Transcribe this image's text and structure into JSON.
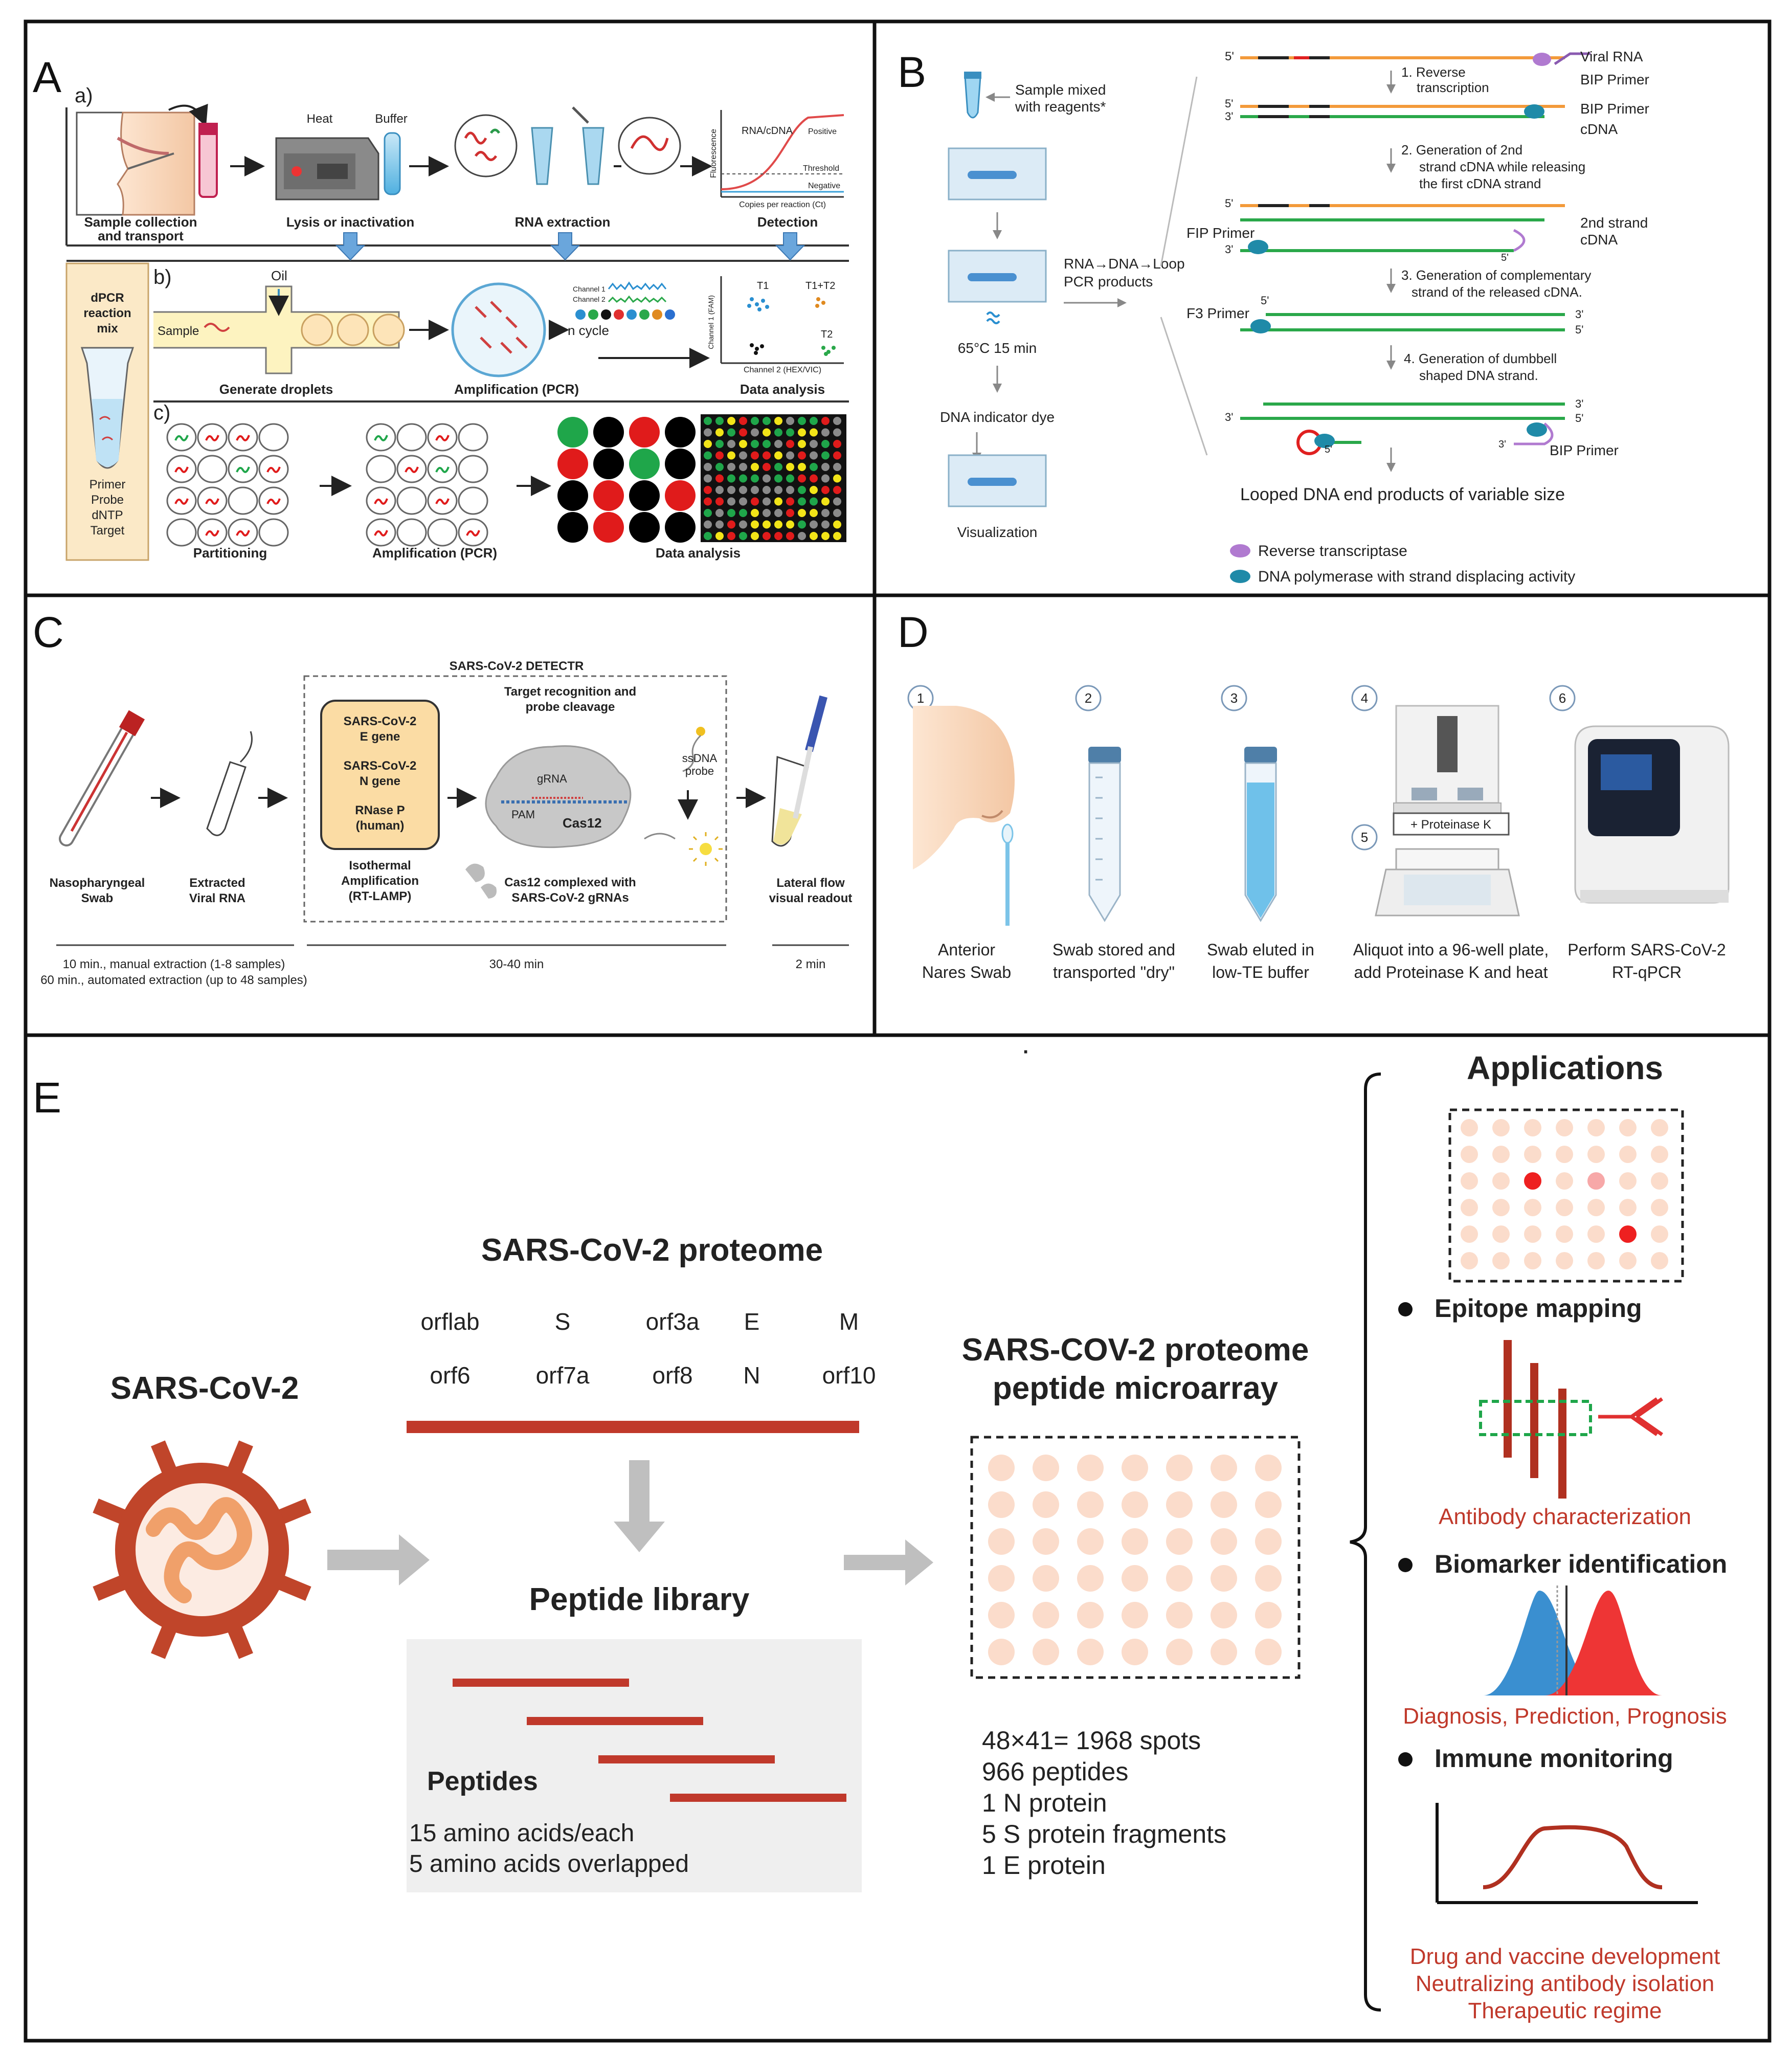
{
  "panels": {
    "A": {
      "letter": "A",
      "sub_a": "a)",
      "sub_b": "b)",
      "sub_c": "c)",
      "heat": "Heat",
      "buffer": "Buffer",
      "sample_collection": "Sample collection",
      "and_transport": "and transport",
      "lysis": "Lysis or inactivation",
      "rna_extraction": "RNA extraction",
      "detection": "Detection",
      "curve_rna": "RNA/cDNA",
      "curve_positive": "Positive",
      "curve_threshold": "Threshold",
      "curve_negative": "Negative",
      "curve_xlabel": "Copies per reaction (Ct)",
      "curve_ylabel": "Fluorescence",
      "dpcr_1": "dPCR",
      "dpcr_2": "reaction",
      "dpcr_3": "mix",
      "oil": "Oil",
      "sample": "Sample",
      "n_cycle": "n cycle",
      "channel1": "Channel 1",
      "channel2": "Channel 2",
      "t1": "T1",
      "t1t2": "T1+T2",
      "t2": "T2",
      "y_channel": "Channel 1 (FAM)",
      "x_channel": "Channel 2 (HEX/VIC)",
      "generate_droplets": "Generate droplets",
      "amplification_pcr_b": "Amplification (PCR)",
      "data_analysis_b": "Data analysis",
      "mix_primer": "Primer",
      "mix_probe": "Probe",
      "mix_dntp": "dNTP",
      "mix_target": "Target",
      "partitioning": "Partitioning",
      "amplification_pcr_c": "Amplification (PCR)",
      "data_analysis_c": "Data analysis"
    },
    "B": {
      "letter": "B",
      "sample_mixed_1": "Sample mixed",
      "sample_mixed_2": "with reagents*",
      "temp": "65°C 15 min",
      "dna_dye": "DNA indicator dye",
      "visualization": "Visualization",
      "rna_dna_1": "RNA→DNA→Loop",
      "rna_dna_2": "PCR products",
      "step1_1": "1. Reverse",
      "step1_2": "transcription",
      "step2_1": "2. Generation of 2nd",
      "step2_2": "strand cDNA while releasing",
      "step2_3": "the first cDNA strand",
      "step3_1": "3. Generation of complementary",
      "step3_2": "strand of the released cDNA.",
      "step4_1": "4. Generation of dumbbell",
      "step4_2": "shaped DNA strand.",
      "viral_rna": "Viral RNA",
      "bip_primer": "BIP Primer",
      "cdna": "cDNA",
      "second_strand_1": "2nd strand",
      "second_strand_2": "cDNA",
      "fip_primer": "FIP Primer",
      "f3_primer": "F3 Primer",
      "five_prime": "5'",
      "three_prime": "3'",
      "looped": "Looped DNA end products of variable size",
      "legend_rt": "Reverse transcriptase",
      "legend_pol": "DNA polymerase with strand displacing activity"
    },
    "C": {
      "letter": "C",
      "detectr": "SARS-CoV-2 DETECTR",
      "e_gene_1": "SARS-CoV-2",
      "e_gene_2": "E gene",
      "n_gene_1": "SARS-CoV-2",
      "n_gene_2": "N gene",
      "rnasep_1": "RNase P",
      "rnasep_2": "(human)",
      "target_1": "Target recognition and",
      "target_2": "probe cleavage",
      "grna": "gRNA",
      "pam": "PAM",
      "cas12": "Cas12",
      "ssdna_1": "ssDNA",
      "ssdna_2": "probe",
      "naso_1": "Nasopharyngeal",
      "naso_2": "Swab",
      "extracted_1": "Extracted",
      "extracted_2": "Viral RNA",
      "iso_1": "Isothermal",
      "iso_2": "Amplification",
      "iso_3": "(RT-LAMP)",
      "cas_complex_1": "Cas12 complexed with",
      "cas_complex_2": "SARS-CoV-2 gRNAs",
      "lateral_1": "Lateral flow",
      "lateral_2": "visual readout",
      "time1_1": "10 min., manual extraction (1-8 samples)",
      "time1_2": "60 min., automated extraction (up to 48 samples)",
      "time2": "30-40 min",
      "time3": "2 min"
    },
    "D": {
      "letter": "D",
      "steps": [
        "1",
        "2",
        "3",
        "4",
        "5",
        "6"
      ],
      "proteinase": "+ Proteinase K",
      "cap1_1": "Anterior",
      "cap1_2": "Nares Swab",
      "cap2_1": "Swab stored and",
      "cap2_2": "transported \"dry\"",
      "cap3_1": "Swab eluted in",
      "cap3_2": "low-TE buffer",
      "cap4_1": "Aliquot into a 96-well plate,",
      "cap4_2": "add Proteinase K and heat",
      "cap5_1": "Perform SARS-CoV-2",
      "cap5_2": "RT-qPCR"
    },
    "E": {
      "letter": "E",
      "virus_title": "SARS-CoV-2",
      "proteome_title": "SARS-CoV-2 proteome",
      "genes_row1": [
        "orflab",
        "S",
        "orf3a",
        "E",
        "M"
      ],
      "genes_row2": [
        "orf6",
        "orf7a",
        "orf8",
        "N",
        "orf10"
      ],
      "library_title": "Peptide library",
      "peptides_title": "Peptides",
      "pep_line1": "15 amino acids/each",
      "pep_line2": "5 amino acids overlapped",
      "microarray_1": "SARS-COV-2 proteome",
      "microarray_2": "peptide microarray",
      "stats": [
        "48×41= 1968 spots",
        "966 peptides",
        "1 N protein",
        "5 S protein fragments",
        "1 E protein"
      ],
      "applications": "Applications",
      "epitope": "Epitope mapping",
      "antibody": "Antibody characterization",
      "biomarker": "Biomarker identification",
      "diagnosis": "Diagnosis, Prediction, Prognosis",
      "immune": "Immune monitoring",
      "drug": "Drug and vaccine development",
      "neutral": "Neutralizing antibody isolation",
      "therapeutic": "Therapeutic regime"
    }
  },
  "colors": {
    "accent_red": "#c0392b",
    "spot_pink": "#fbdccb",
    "arrow_gray": "#b3b3b3",
    "drop_green": "#1fa64a",
    "drop_red": "#e01b1b",
    "drop_black": "#000000",
    "grid_yellow": "#f2e418",
    "grid_gray": "#8a8a8a",
    "blue_arrow": "#5b9bd5",
    "strand_green": "#2aa84a",
    "strand_orange": "#f39a3a"
  }
}
